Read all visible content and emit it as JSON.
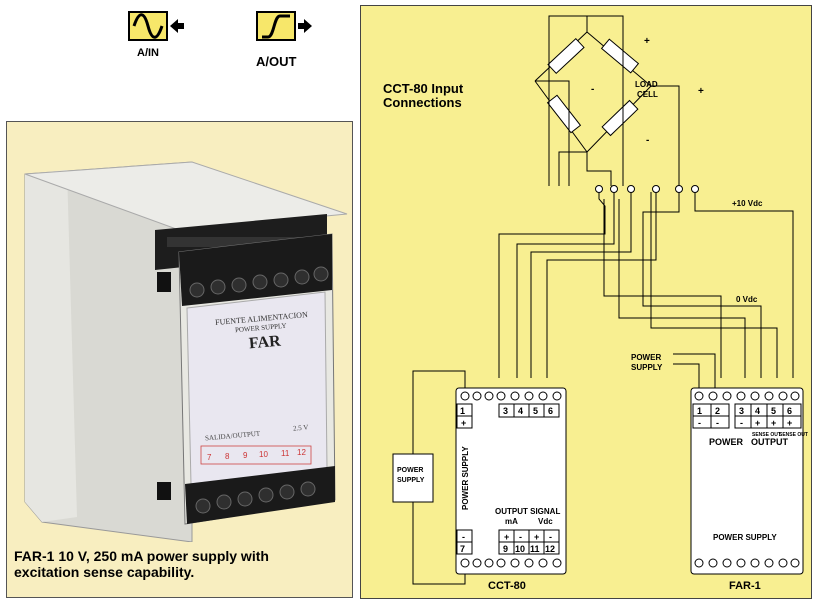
{
  "signals": {
    "input_label": "A/IN",
    "output_label": "A/OUT"
  },
  "photo": {
    "caption_line1": "FAR-1 10 V, 250 mA power supply with",
    "caption_line2": "excitation sense capability.",
    "module_text_1": "FUENTE ALIMENTACION",
    "module_text_2": "POWER SUPPLY",
    "module_name": "FAR",
    "module_sub_left": "SALIDA/OUTPUT",
    "module_sub_right": "2.5 V",
    "module_terminals": [
      "7",
      "8",
      "9",
      "10",
      "11",
      "12"
    ]
  },
  "diagram": {
    "title_line1": "CCT-80 Input",
    "title_line2": "Connections",
    "load_cell_line1": "LOAD",
    "load_cell_line2": "CELL",
    "plus_sign": "+",
    "minus_sign": "-",
    "plus10_label": "+10 Vdc",
    "zero_label": "0 Vdc",
    "ps_external_line1": "POWER",
    "ps_external_line2": "SUPPLY",
    "ps_left_line1": "POWER",
    "ps_left_line2": "SUPPLY",
    "cct80": {
      "name": "CCT-80",
      "top_terminals": [
        "1",
        "3",
        "4",
        "5",
        "6"
      ],
      "bottom_terminals": [
        "7",
        "9",
        "10",
        "11",
        "12"
      ],
      "top_sign": "+",
      "bottom_sign": "-",
      "bottom_signs": [
        "+",
        "-",
        "+",
        "-"
      ],
      "vertical_label": "POWER SUPPLY",
      "output_line1": "OUTPUT SIGNAL",
      "output_ma": "mA",
      "output_vdc": "Vdc"
    },
    "far1": {
      "name": "FAR-1",
      "top_terminals": [
        "1",
        "2",
        "3",
        "4",
        "5",
        "6"
      ],
      "signs": [
        "-",
        "-",
        "-",
        "+",
        "+",
        "+"
      ],
      "sense_out_1": "SENSE OUT",
      "sense_out_2": "SENSE OUT",
      "power_label": "POWER",
      "output_label": "OUTPUT",
      "bottom_label": "POWER SUPPLY"
    }
  }
}
